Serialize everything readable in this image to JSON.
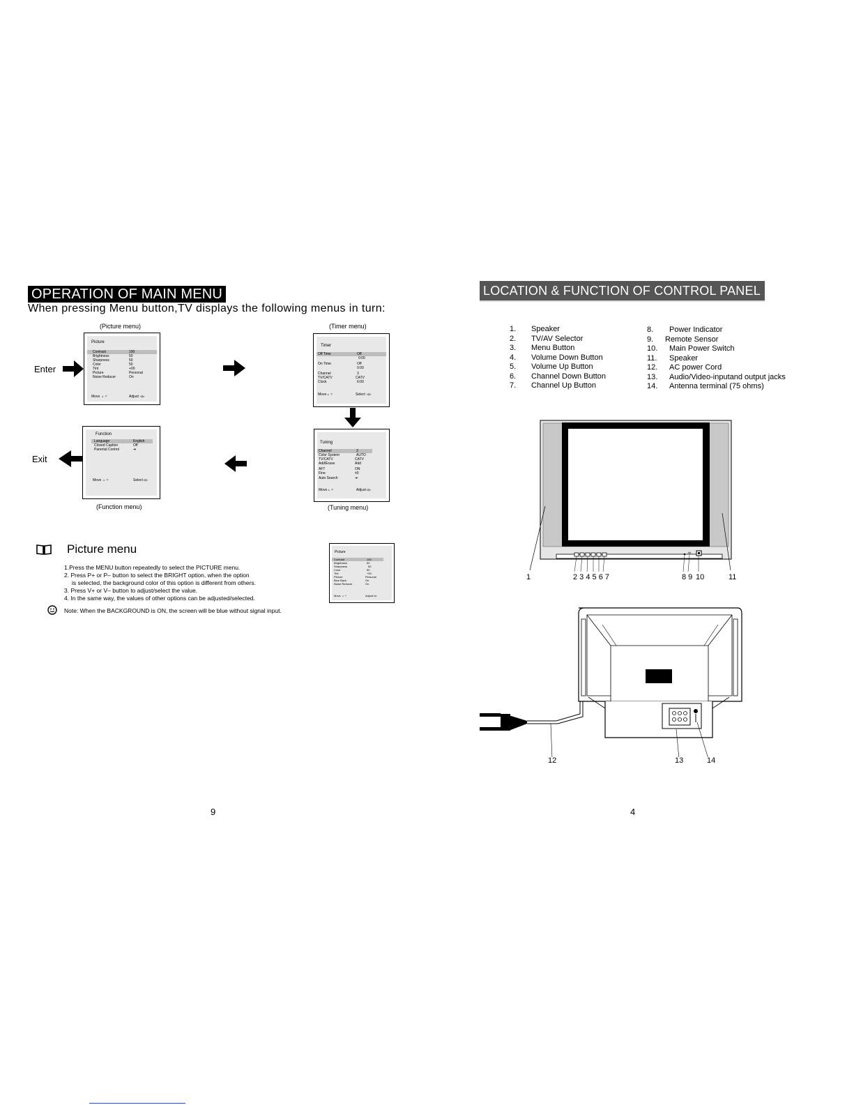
{
  "left_page": {
    "section_title": "OPERATION OF MAIN MENU",
    "intro": "When pressing Menu button,TV displays the following menus in turn:",
    "enter_label": "Enter",
    "exit_label": "Exit",
    "picture_menu": {
      "caption": "(Picture menu)",
      "title": "Picture",
      "rows": [
        {
          "key": "Contrast",
          "value": "100"
        },
        {
          "key": "Brightness",
          "value": "50"
        },
        {
          "key": "Sharpness",
          "value": "50"
        },
        {
          "key": "Color",
          "value": "50"
        },
        {
          "key": "Tint",
          "value": "+00"
        },
        {
          "key": "Picture",
          "value": "Personal"
        },
        {
          "key": "Noise Reducer",
          "value": "On"
        }
      ],
      "footer_left": "Move",
      "footer_right": "Adjust"
    },
    "timer_menu": {
      "caption": "(Timer menu)",
      "title": "Timer",
      "rows": [
        {
          "key": "Off Time",
          "value": "Off"
        },
        {
          "key": "",
          "value": "0:00"
        },
        {
          "key": "On Time",
          "value": "Off"
        },
        {
          "key": "",
          "value": "0:00"
        },
        {
          "key": "Channel",
          "value": "3"
        },
        {
          "key": "TV/CATV",
          "value": "CATV"
        },
        {
          "key": "Clock",
          "value": "6:00"
        }
      ],
      "footer_left": "Move",
      "footer_right": "Select"
    },
    "function_menu": {
      "caption": "(Function  menu)",
      "title": "Function",
      "rows": [
        {
          "key": "Language",
          "value": "English"
        },
        {
          "key": "Closed Caption",
          "value": "Off"
        },
        {
          "key": "Parental Control",
          "value": "➔"
        }
      ],
      "footer_left": "Move",
      "footer_right": "Select"
    },
    "tuning_menu": {
      "caption": "(Tuning menu)",
      "title": "Tuning",
      "rows": [
        {
          "key": "Channel",
          "value": "3"
        },
        {
          "key": "Color System",
          "value": "AUTO"
        },
        {
          "key": "TV/CATV",
          "value": "CATV"
        },
        {
          "key": "Add/Erase",
          "value": "Add"
        },
        {
          "key": "AFT",
          "value": "ON"
        },
        {
          "key": "Fine",
          "value": "±0"
        },
        {
          "key": "Auto Search",
          "value": "➔"
        }
      ],
      "footer_left": "Move",
      "footer_right": "Adjust"
    },
    "picture_section": {
      "title": "Picture menu",
      "steps": [
        "1.Press the MENU button repeatedly to select the PICTURE menu.",
        "2. Press P+ or P– button to select the BRIGHT option, when the option",
        "is selected, the background color of this option is different from others.",
        "3. Press V+ or V– button to adjust/select the value.",
        "4. In the same way, the values of other options can be adjusted/selected."
      ],
      "note": "Note: When the BACKGROUND is ON, the screen will be blue without signal input.",
      "small_menu": {
        "title": "Picture",
        "rows": [
          {
            "key": "Contrast",
            "value": "100"
          },
          {
            "key": "Brightness",
            "value": "50"
          },
          {
            "key": "Sharpness",
            "value": "50"
          },
          {
            "key": "Color",
            "value": "50"
          },
          {
            "key": "Tint",
            "value": "+00"
          },
          {
            "key": "Picture",
            "value": "Personal"
          },
          {
            "key": "Blue Back",
            "value": "On"
          },
          {
            "key": "Noise Reducer",
            "value": "On"
          }
        ],
        "footer_left": "Move",
        "footer_right": "Adjust"
      }
    },
    "page_number": "9"
  },
  "right_page": {
    "section_title": "LOCATION & FUNCTION OF CONTROL PANEL",
    "items_left": [
      {
        "num": "1.",
        "label": "Speaker"
      },
      {
        "num": "2.",
        "label": "TV/AV Selector"
      },
      {
        "num": "3.",
        "label": "Menu Button"
      },
      {
        "num": "4.",
        "label": "Volume Down Button"
      },
      {
        "num": "5.",
        "label": "Volume Up Button"
      },
      {
        "num": "6.",
        "label": "Channel Down Button"
      },
      {
        "num": "7.",
        "label": "Channel Up Button"
      }
    ],
    "items_right": [
      {
        "num": "8.",
        "label": "Power Indicator"
      },
      {
        "num": "9.",
        "label": "Remote Sensor"
      },
      {
        "num": "10.",
        "label": "Main Power Switch"
      },
      {
        "num": "11.",
        "label": "Speaker"
      },
      {
        "num": "12.",
        "label": "AC power Cord"
      },
      {
        "num": "13.",
        "label": "Audio/Video-inputand output jacks"
      },
      {
        "num": "14.",
        "label": "Antenna terminal (75 ohms)"
      }
    ],
    "front_callouts": [
      "1",
      "2 3 4 5 6 7",
      "8 9",
      "10",
      "11"
    ],
    "back_callouts": [
      "12",
      "13",
      "14"
    ],
    "page_number": "4"
  }
}
